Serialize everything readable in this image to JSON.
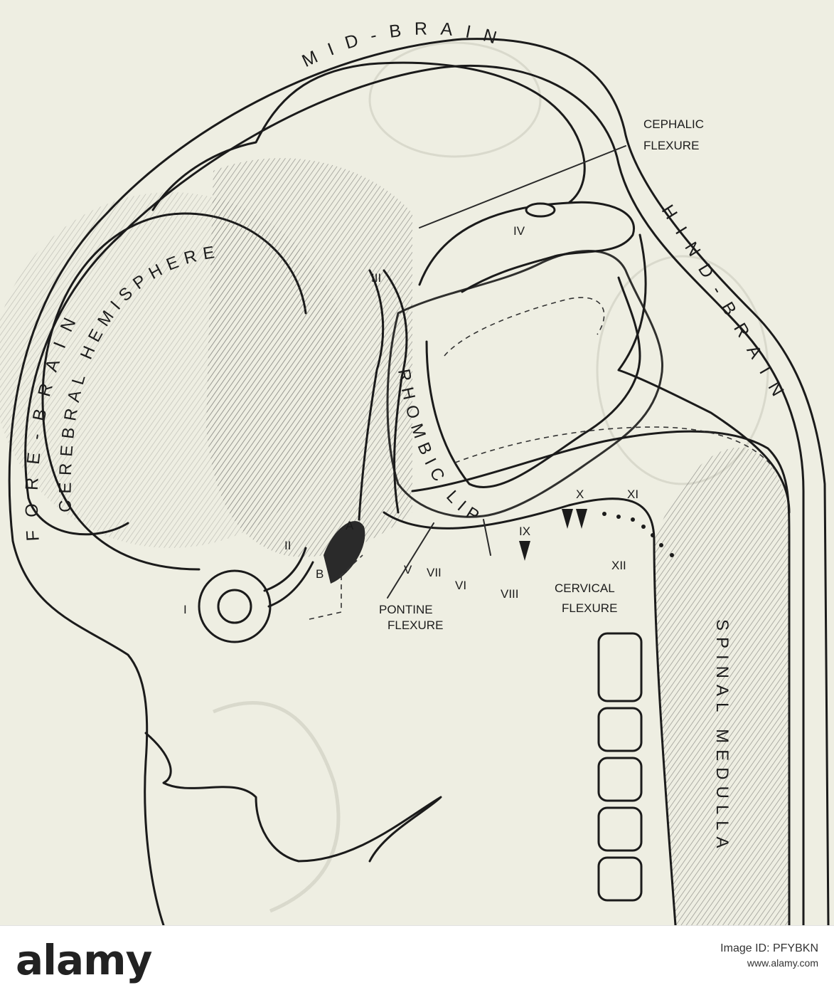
{
  "diagram": {
    "regions": {
      "fore_brain": "FORE-BRAIN",
      "mid_brain": "MID-BRAIN",
      "hind_brain": "HIND-BRAIN",
      "cerebral_hemisphere": "CEREBRAL HEMISPHERE",
      "rhombic_lip": "RHOMBIC LIP",
      "spinal_medulla": "SPINAL MEDULLA"
    },
    "flexures": {
      "cephalic_1": "CEPHALIC",
      "cephalic_2": "FLEXURE",
      "pontine_1": "PONTINE",
      "pontine_2": "FLEXURE",
      "cervical_1": "CERVICAL",
      "cervical_2": "FLEXURE"
    },
    "nerves": {
      "I": "I",
      "II": "II",
      "III": "III",
      "IV": "IV",
      "V": "V",
      "VI": "VI",
      "VII": "VII",
      "VIII": "VIII",
      "IX": "IX",
      "X": "X",
      "XI": "XI",
      "XII": "XII"
    },
    "letters": {
      "A": "A",
      "B": "B"
    }
  },
  "watermark": {
    "logo": "alamy",
    "image_id": "Image ID: PFYBKN",
    "site": "www.alamy.com"
  },
  "colors": {
    "paper": "#eeeee2",
    "ink": "#1b1b1b",
    "banner": "#ffffff"
  }
}
